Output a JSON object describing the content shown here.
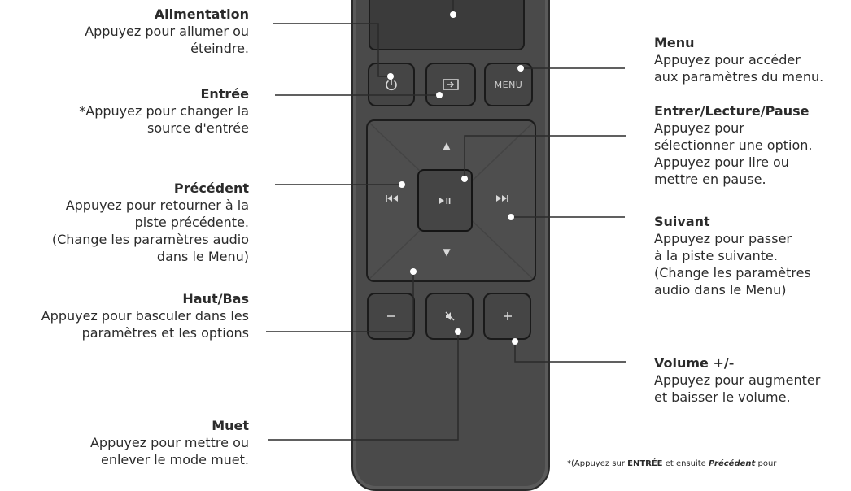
{
  "colors": {
    "remote_body": "#4a4a4a",
    "button": "#454545",
    "text": "#2b2b2b",
    "leader_line": "#2b2b2b"
  },
  "remote": {
    "menu_button_label": "MENU",
    "icons": {
      "power": "power-icon",
      "input": "input-icon",
      "up": "arrow-up-icon",
      "down": "arrow-down-icon",
      "previous": "previous-track-icon",
      "next": "next-track-icon",
      "play_pause": "play-pause-icon",
      "mute": "mute-icon",
      "minus": "minus-icon",
      "plus": "plus-icon"
    }
  },
  "callouts": {
    "power": {
      "title": "Alimentation",
      "desc": "Appuyez pour allumer ou\néteindre."
    },
    "input": {
      "title": "Entrée",
      "desc": "*Appuyez pour changer la\nsource d'entrée"
    },
    "previous": {
      "title": "Précédent",
      "desc": "Appuyez pour retourner à la\npiste précédente.\n(Change les paramètres audio\ndans le Menu)"
    },
    "updown": {
      "title": "Haut/Bas",
      "desc": "Appuyez pour basculer dans les\nparamètres et les options"
    },
    "mute": {
      "title": "Muet",
      "desc": "Appuyez pour mettre ou\nenlever le mode muet."
    },
    "menu": {
      "title": "Menu",
      "desc": "Appuyez pour accéder\naux paramètres du menu."
    },
    "enter": {
      "title": "Entrer/Lecture/Pause",
      "desc": "Appuyez pour\nsélectionner une option.\nAppuyez pour lire ou\nmettre en pause."
    },
    "next": {
      "title": "Suivant",
      "desc": "Appuyez pour passer\nà la piste suivante.\n(Change les paramètres\naudio dans le Menu)"
    },
    "volume": {
      "title": "Volume +/-",
      "desc": "Appuyez pour augmenter\net baisser le volume."
    }
  },
  "footnote": {
    "prefix": "*(Appuyez sur ",
    "bold1": "ENTRÉE",
    "middle": " et ensuite ",
    "bold2": "Précédent",
    "suffix": " pour"
  }
}
